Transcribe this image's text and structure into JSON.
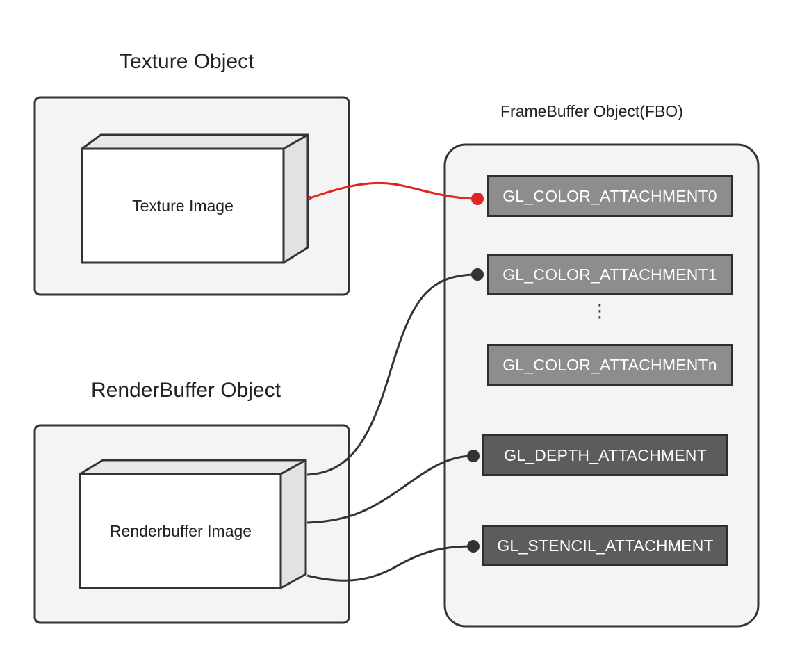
{
  "texture_object": {
    "title": "Texture Object",
    "image_label": "Texture Image"
  },
  "renderbuffer_object": {
    "title": "RenderBuffer Object",
    "image_label": "Renderbuffer Image"
  },
  "framebuffer_object": {
    "title": "FrameBuffer Object(FBO)",
    "attachments": [
      {
        "label": "GL_COLOR_ATTACHMENT0",
        "kind": "color"
      },
      {
        "label": "GL_COLOR_ATTACHMENT1",
        "kind": "color"
      },
      {
        "label": "GL_COLOR_ATTACHMENTn",
        "kind": "color"
      },
      {
        "label": "GL_DEPTH_ATTACHMENT",
        "kind": "depth"
      },
      {
        "label": "GL_STENCIL_ATTACHMENT",
        "kind": "stencil"
      }
    ],
    "ellipsis": "⋮"
  },
  "connections": [
    {
      "from": "texture-image",
      "to": "GL_COLOR_ATTACHMENT0",
      "color": "#e02424"
    },
    {
      "from": "renderbuffer-image",
      "to": "GL_COLOR_ATTACHMENT1",
      "color": "#333333"
    },
    {
      "from": "renderbuffer-image",
      "to": "GL_DEPTH_ATTACHMENT",
      "color": "#333333"
    },
    {
      "from": "renderbuffer-image",
      "to": "GL_STENCIL_ATTACHMENT",
      "color": "#333333"
    }
  ],
  "colors": {
    "panel_bg": "#f4f4f4",
    "outline": "#333333",
    "color_attachment_bg": "#8d8d8d",
    "dark_attachment_bg": "#5c5c5c",
    "highlight_connection": "#e02424"
  }
}
